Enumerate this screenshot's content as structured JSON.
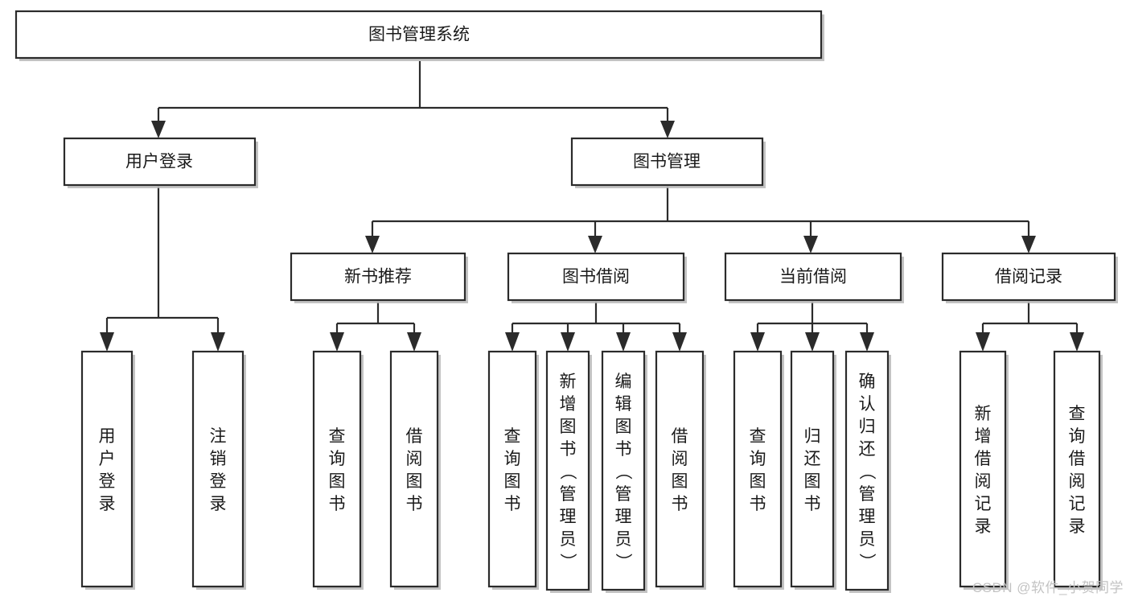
{
  "diagram": {
    "title": "图书管理系统",
    "watermark": "CSDN @软件_小贺同学",
    "type": "tree-hierarchy-diagram",
    "colors": {
      "box_stroke": "#2b2b2b",
      "box_fill": "#ffffff",
      "text": "#1a1a1a",
      "shadow": "#b9b9b9",
      "watermark": "#c3c3c3",
      "background": "#ffffff"
    },
    "root": {
      "label": "图书管理系统"
    },
    "level2": [
      {
        "label": "用户登录"
      },
      {
        "label": "图书管理"
      }
    ],
    "level3": [
      {
        "label": "新书推荐"
      },
      {
        "label": "图书借阅"
      },
      {
        "label": "当前借阅"
      },
      {
        "label": "借阅记录"
      }
    ],
    "leaves": {
      "user_login": [
        {
          "label": "用户登录"
        },
        {
          "label": "注销登录"
        }
      ],
      "new_book_recommend": [
        {
          "label": "查询图书"
        },
        {
          "label": "借阅图书"
        }
      ],
      "book_borrow": [
        {
          "label": "查询图书"
        },
        {
          "label": "新增图书（管理员）"
        },
        {
          "label": "编辑图书（管理员）"
        },
        {
          "label": "借阅图书"
        }
      ],
      "current_borrow": [
        {
          "label": "查询图书"
        },
        {
          "label": "归还图书"
        },
        {
          "label": "确认归还（管理员）"
        }
      ],
      "borrow_record": [
        {
          "label": "新增借阅记录"
        },
        {
          "label": "查询借阅记录"
        }
      ]
    }
  }
}
